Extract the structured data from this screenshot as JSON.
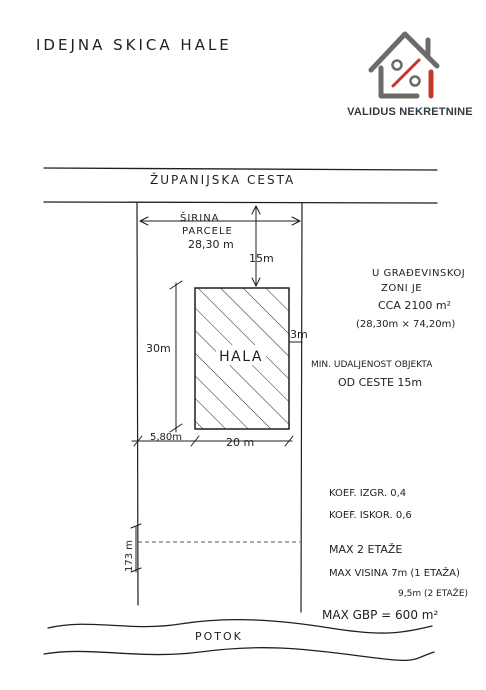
{
  "title": "IDEJNA SKICA HALE",
  "logo": {
    "name": "VALIDUS NEKRETNINE",
    "icon": "house-percent-icon",
    "accent": "#c0392b",
    "ink": "#6b6b6b"
  },
  "road": "ŽUPANIJSKA CESTA",
  "width_label": {
    "line1": "ŠIRINA",
    "line2": "PARCELE",
    "value": "28,30 m"
  },
  "dim_front": "15m",
  "hall": "HALA",
  "dim_height": "30m",
  "dim_right": "3m",
  "dim_left": "5,80m",
  "dim_width": "20 m",
  "dim_side": "173 m",
  "creek": "POTOK",
  "zone_info": [
    "U GRAĐEVINSKOJ",
    "ZONI JE",
    "CCA  2100 m²",
    "(28,30m × 74,20m)"
  ],
  "min_distance": [
    "MIN. UDALJENOST OBJEKTA",
    "OD CESTE 15m"
  ],
  "coefficients": [
    "KOEF. IZGR. 0,4",
    "KOEF. ISKOR. 0,6"
  ],
  "limits": [
    "MAX  2 ETAŽE",
    "MAX VISINA 7m (1 ETAŽA)",
    "9,5m (2 ETAŽE)",
    "MAX GBP = 600 m²"
  ]
}
